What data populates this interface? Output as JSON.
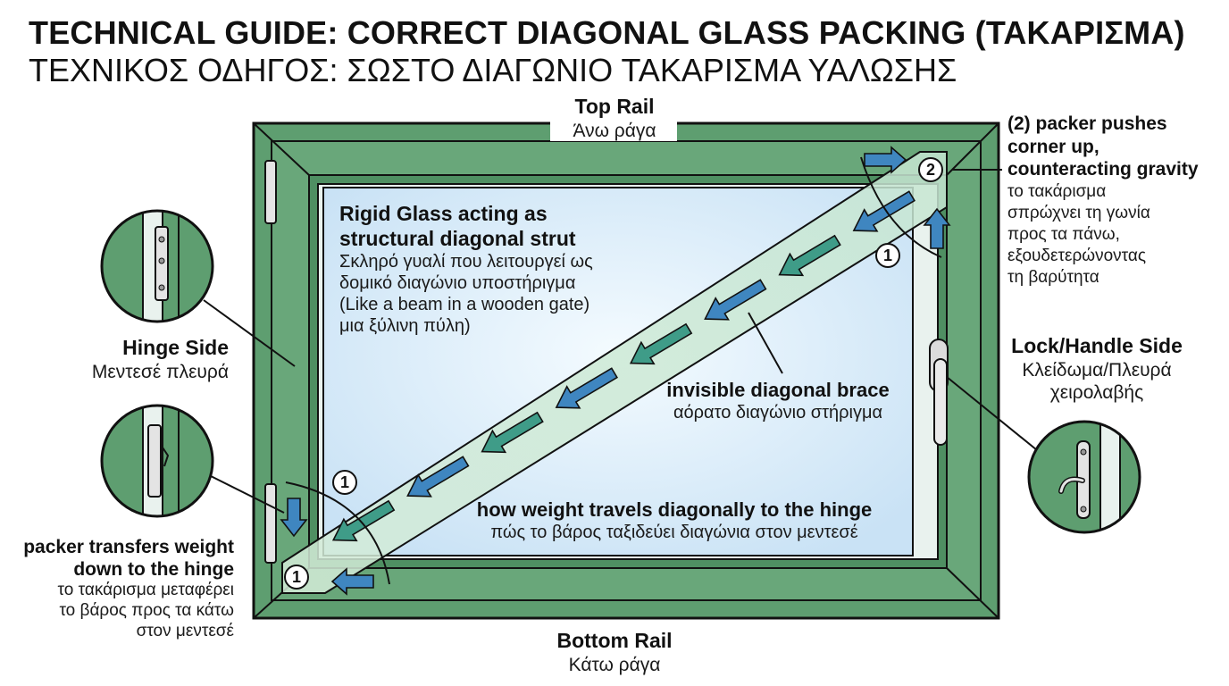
{
  "title": {
    "english": "TECHNICAL GUIDE: CORRECT DIAGONAL GLASS PACKING (ΤΑΚΑΡΙΣΜΑ)",
    "greek": "ΤΕΧΝΙΚΟΣ ΟΔΗΓΟΣ: ΣΩΣΤΟ ΔΙΑΓΩΝΙΟ ΤΑΚΑΡΙΣΜΑ ΥΑΛΩΣΗΣ"
  },
  "labels": {
    "top_rail": {
      "en": "Top Rail",
      "gr": "Άνω ράγα"
    },
    "bottom_rail": {
      "en": "Bottom Rail",
      "gr": "Κάτω ράγα"
    },
    "hinge_side": {
      "en": "Hinge Side",
      "gr": "Μεντεσέ πλευρά"
    },
    "lock_side": {
      "en": "Lock/Handle Side",
      "gr_1": "Κλείδωμα/Πλευρά",
      "gr_2": "χειρολαβής"
    },
    "rigid_glass": {
      "en_1": "Rigid Glass acting as",
      "en_2": "structural diagonal strut",
      "gr_1": "Σκληρό γυαλί που λειτουργεί ως",
      "gr_2": "δομικό διαγώνιο υποστήριγμα",
      "note_1": "(Like a beam in a wooden gate)",
      "note_2": "μια ξύλινη πύλη)"
    },
    "invisible_brace": {
      "en": "invisible diagonal brace",
      "gr": "αόρατο διαγώνιο στήριγμα"
    },
    "weight_travel": {
      "en": "how weight travels diagonally to the hinge",
      "gr": "πώς το βάρος ταξιδεύει διαγώνια στον μεντεσέ"
    },
    "packer_pushes": {
      "en_1": "(2) packer pushes",
      "en_2": "corner up,",
      "en_3": "counteracting gravity",
      "gr_1": "το τακάρισμα",
      "gr_2": "σπρώχνει τη γωνία",
      "gr_3": "προς τα πάνω,",
      "gr_4": "εξουδετερώνοντας",
      "gr_5": "τη βαρύτητα"
    },
    "packer_transfers": {
      "en_1": "packer transfers weight",
      "en_2": "down to the hinge",
      "gr_1": "το τακάρισμα μεταφέρει",
      "gr_2": "το βάρος προς τα κάτω",
      "gr_3": "στον μεντεσέ"
    }
  },
  "badges": {
    "packer_top": "2",
    "top_corner": "1",
    "bottom_mid": "1",
    "bottom_corner": "1"
  },
  "colors": {
    "frame_green": "#5e9e70",
    "frame_dark": "#4a8a5c",
    "glass_blue": "#d8ecfa",
    "arrow_blue": "#3f86c0",
    "arrow_teal": "#3f9c88",
    "outline": "#111111"
  }
}
